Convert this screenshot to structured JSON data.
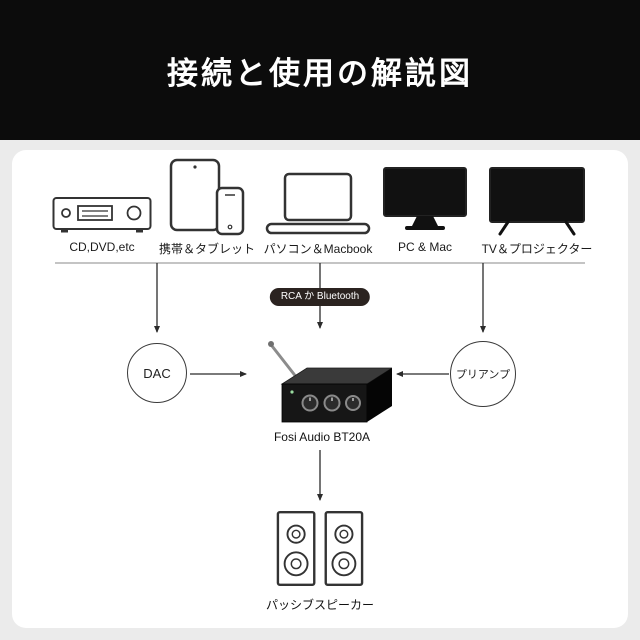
{
  "header": {
    "title": "接続と使用の解説図"
  },
  "sources": [
    {
      "id": "cd-player",
      "label": "CD,DVD,etc"
    },
    {
      "id": "phone-tablet",
      "label": "携帯＆タブレット"
    },
    {
      "id": "laptop",
      "label": "パソコン＆Macbook"
    },
    {
      "id": "pc-monitor",
      "label": "PC & Mac"
    },
    {
      "id": "tv",
      "label": "TV＆プロジェクター"
    }
  ],
  "badge": {
    "label": "RCA か Bluetooth"
  },
  "nodes": {
    "dac": "DAC",
    "preamp": "プリアンプ",
    "amplifier": "Fosi Audio BT20A",
    "speakers": "パッシブスピーカー"
  },
  "colors": {
    "header_bg": "#0c0c0c",
    "page_bg": "#ebebeb",
    "card_bg": "#ffffff",
    "badge_bg": "#2b2320",
    "line": "#2b2b2b",
    "text": "#1a1a1a"
  }
}
